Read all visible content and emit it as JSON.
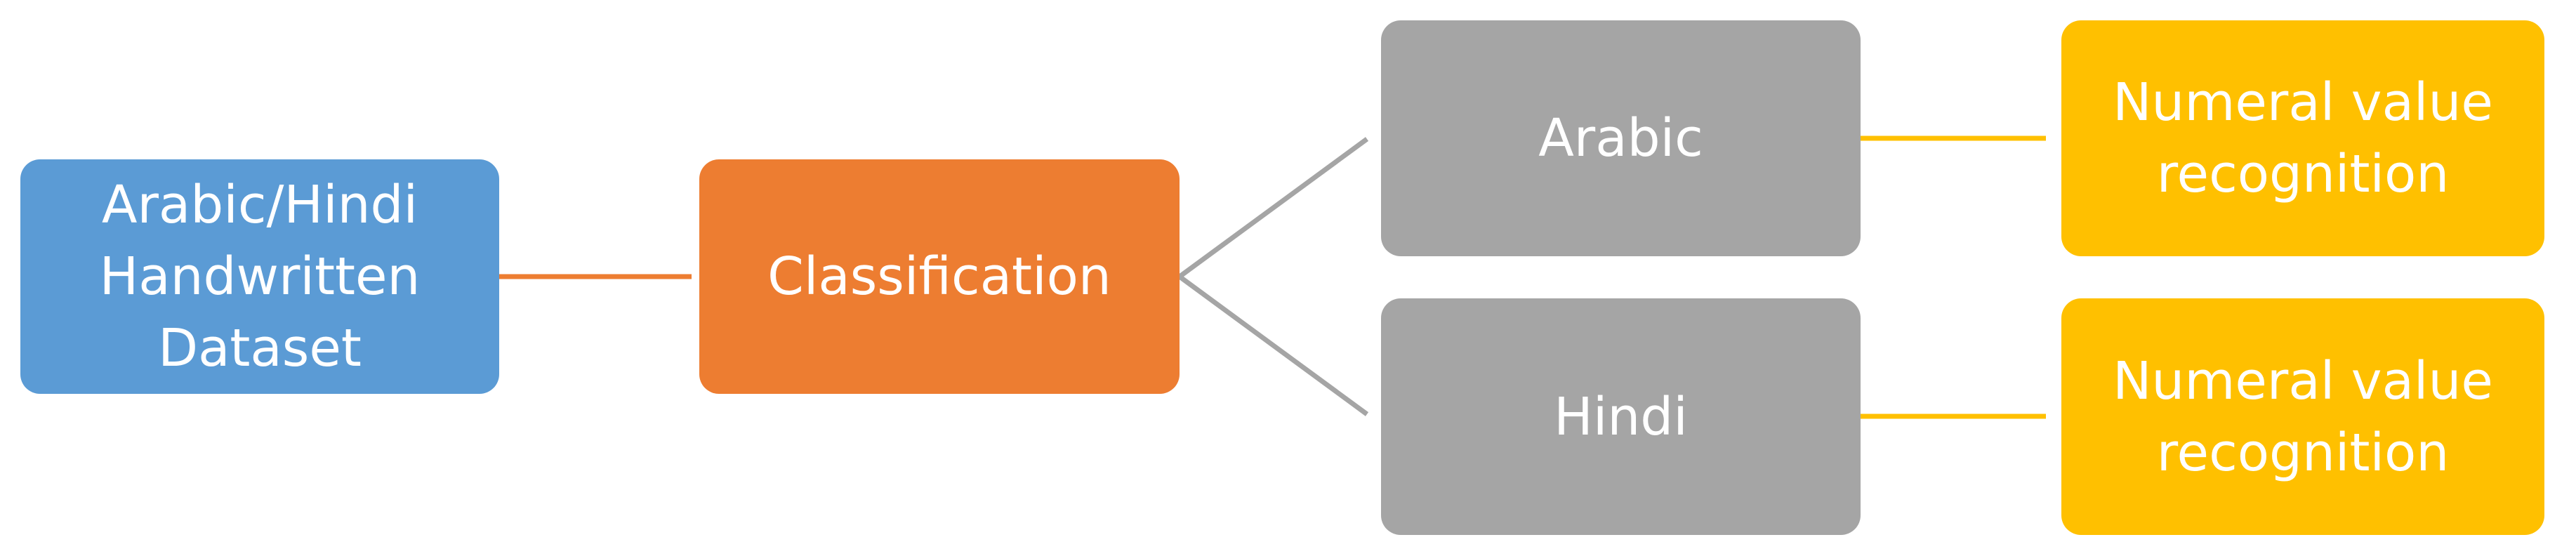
{
  "colors": {
    "dataset_fill": "#5B9BD5",
    "classification_fill": "#ED7D31",
    "language_fill": "#A5A5A5",
    "recognition_fill": "#FFC000",
    "line_dataset": "#ED7D31",
    "line_branch": "#A5A5A5",
    "line_recognition": "#FFC000",
    "text": "#FFFFFF"
  },
  "nodes": {
    "dataset": {
      "lines": [
        "Arabic/Hindi",
        "Handwritten",
        "Dataset"
      ]
    },
    "classification": {
      "lines": [
        "Classification"
      ]
    },
    "arabic": {
      "lines": [
        "Arabic"
      ]
    },
    "hindi": {
      "lines": [
        "Hindi"
      ]
    },
    "arabic_recognition": {
      "lines": [
        "Numeral value",
        "recognition"
      ]
    },
    "hindi_recognition": {
      "lines": [
        "Numeral value",
        "recognition"
      ]
    }
  },
  "edges": [
    {
      "from": "dataset",
      "to": "classification"
    },
    {
      "from": "classification",
      "to": "arabic"
    },
    {
      "from": "classification",
      "to": "hindi"
    },
    {
      "from": "arabic",
      "to": "arabic_recognition"
    },
    {
      "from": "hindi",
      "to": "hindi_recognition"
    }
  ]
}
